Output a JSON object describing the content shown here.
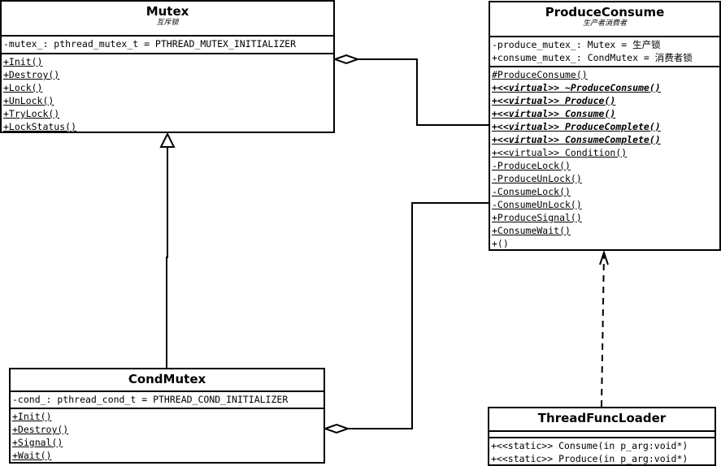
{
  "mutex": {
    "name": "Mutex",
    "stereotype": "互斥锁",
    "attributes": [
      "-mutex_: pthread_mutex_t = PTHREAD_MUTEX_INITIALIZER"
    ],
    "operations": [
      "+Init()",
      "+Destroy()",
      "+Lock()",
      "+UnLock()",
      "+TryLock()",
      "+LockStatus()"
    ]
  },
  "produce_consume": {
    "name": "ProduceConsume",
    "stereotype": "生产者消费者",
    "attributes": [
      "-produce_mutex_: Mutex = 生产锁",
      "+consume_mutex_: CondMutex = 消费者锁"
    ],
    "operations": [
      "#ProduceConsume()",
      "+<<virtual>> ~ProduceConsume()",
      "+<<virtual>> Produce()",
      "+<<virtual>> Consume()",
      "+<<virtual>> ProduceComplete()",
      "+<<virtual>> ConsumeComplete()",
      "+<<virtual>> Condition()",
      "-ProduceLock()",
      "-ProduceUnLock()",
      "-ConsumeLock()",
      "-ConsumeUnLock()",
      "+ProduceSignal()",
      "+ConsumeWait()",
      "+()"
    ]
  },
  "cond_mutex": {
    "name": "CondMutex",
    "attributes": [
      "-cond_: pthread_cond_t = PTHREAD_COND_INITIALIZER"
    ],
    "operations": [
      "+Init()",
      "+Destroy()",
      "+Signal()",
      "+Wait()"
    ]
  },
  "thread_func_loader": {
    "name": "ThreadFuncLoader",
    "operations": [
      "+<<static>> Consume(in p_arg:void*)",
      "+<<static>> Produce(in p_arg:void*)"
    ]
  }
}
